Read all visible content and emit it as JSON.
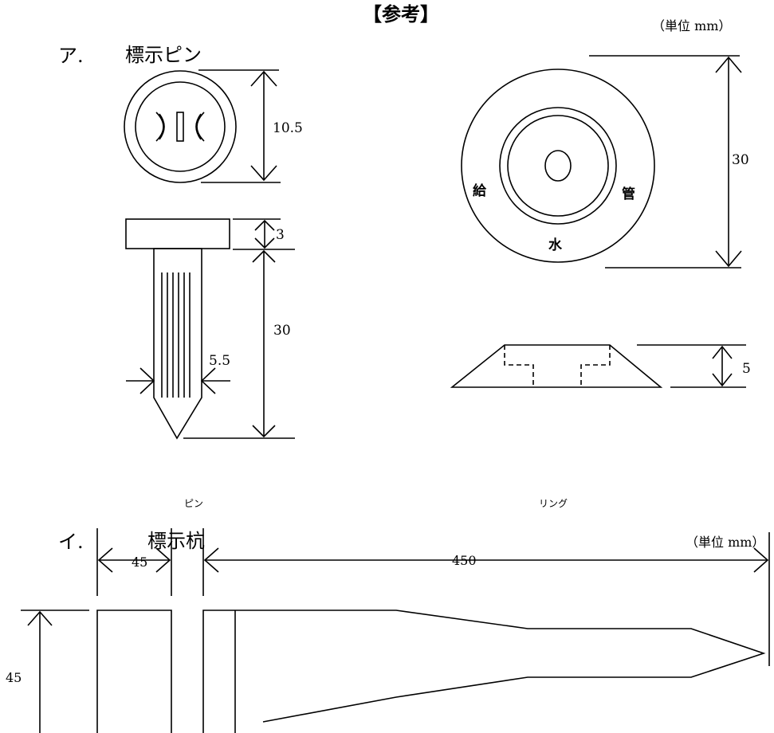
{
  "header": {
    "title": "【参考】",
    "unit_top": "（単位 mm）"
  },
  "section_a": {
    "label": "ア.",
    "name": "標示ピン",
    "dim_head_diameter": "10.5",
    "dim_head_thickness": "3",
    "dim_shaft_length": "30",
    "dim_shaft_width": "5.5",
    "ring_text_left": "給",
    "ring_text_bottom": "水",
    "ring_text_right": "管",
    "dim_ring_diameter": "30",
    "dim_ring_height": "5",
    "caption_pin": "ピン",
    "caption_ring": "リング"
  },
  "section_b": {
    "label": "イ.",
    "name": "標示杭",
    "unit": "（単位 mm）",
    "dim_width": "45",
    "dim_length": "450",
    "dim_height": "45"
  }
}
